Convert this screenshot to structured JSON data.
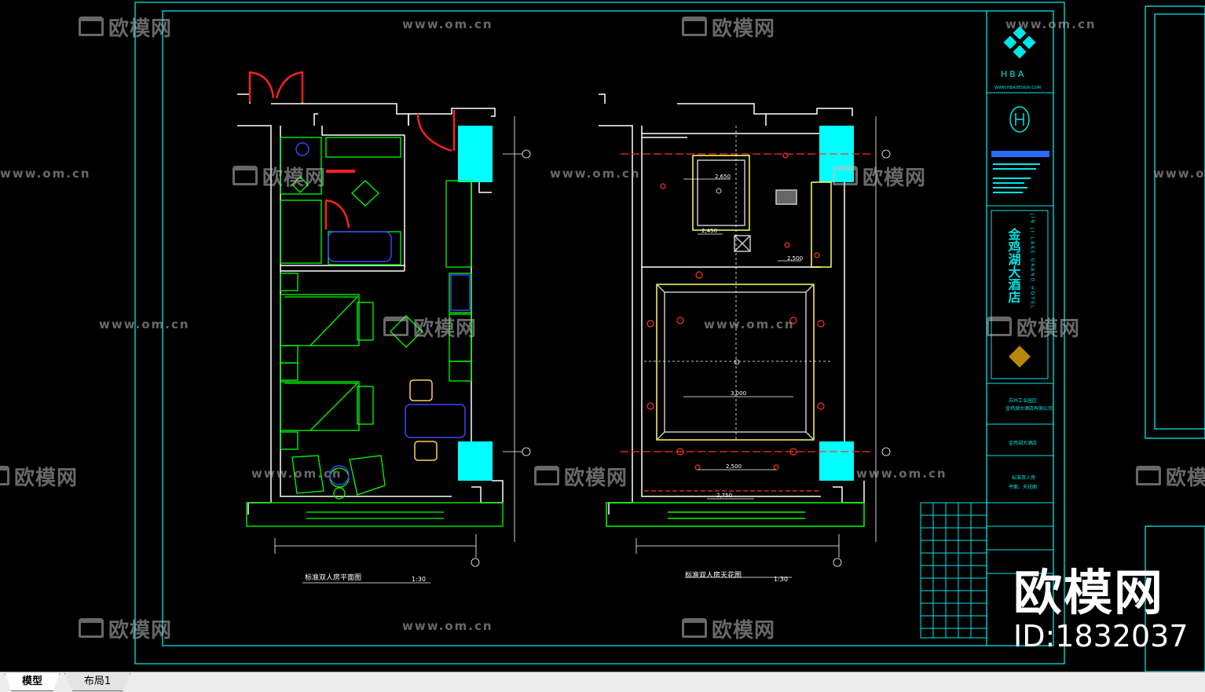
{
  "drawing": {
    "left_title": "标准双人房平面图",
    "left_scale": "1:30",
    "right_title": "标准双人房天花图",
    "right_scale": "1:30",
    "ceiling_dims": [
      "2,650",
      "2,450",
      "2,500",
      "3,000",
      "2,500",
      "2,750"
    ],
    "title_block": {
      "firm": "HBA",
      "website": "WWW.HBADESIGN.COM",
      "hotel_name": "金鸡湖大酒店",
      "hotel_name_en": "JIN JI LAKE GRAND HOTEL",
      "client_line1": "苏州工业园区",
      "client_line2": "金鸡湖大酒店有限公司",
      "project": "金鸡湖大酒店",
      "sheet_title_line1": "标准双人房",
      "sheet_title_line2": "平面、天花图"
    }
  },
  "watermark": {
    "brand": "欧模网",
    "url": "www.om.cn",
    "id_label": "ID:1832037"
  },
  "tabs": {
    "model": "模型",
    "layout1": "布局1"
  },
  "colors": {
    "background": "#000000",
    "frame": "#00e5e5",
    "walls": "#ffffff",
    "furniture": "#00ff00",
    "columns": "#00ffff",
    "doors": "#ff2020",
    "ceiling_edge": "#ffff60",
    "text": "#ffffff",
    "tabbar": "#ececec"
  }
}
